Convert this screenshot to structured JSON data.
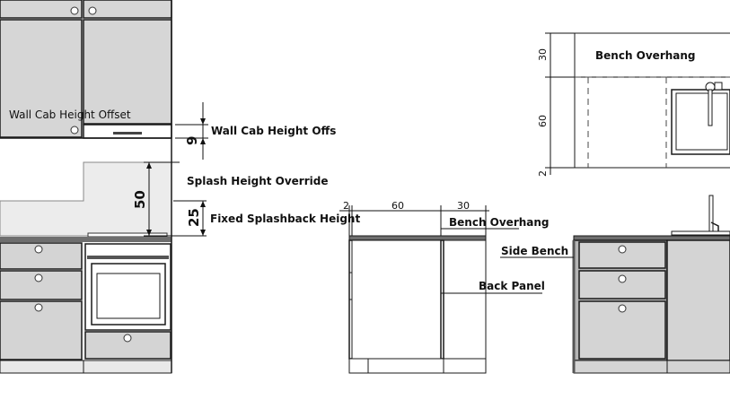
{
  "left_view": {
    "label_wall_cab_offset_overlay": "Wall Cab Height Offset",
    "label_wall_cab_offset": "Wall Cab Height Offs",
    "label_splash_override": "Splash Height Override",
    "label_fixed_splash": "Fixed Splashback Height",
    "dim_offset": "9",
    "dim_splash_override": "50",
    "dim_fixed_splash": "25"
  },
  "section_view": {
    "dim_gap": "2",
    "dim_depth": "60",
    "dim_overhang": "30",
    "label_bench_overhang": "Bench Overhang",
    "label_back_panel": "Back Panel"
  },
  "plan_view": {
    "label_bench_overhang": "Bench Overhang",
    "dim_overhang": "30",
    "dim_depth": "60",
    "dim_gap": "2"
  },
  "elevation_view": {
    "label_side_bench": "Side Bench"
  },
  "colors": {
    "cabinet_fill": "#d4d4d4",
    "benchtop": "#6e6e6e",
    "splash": "#ececec",
    "line": "#1a1a1a"
  }
}
